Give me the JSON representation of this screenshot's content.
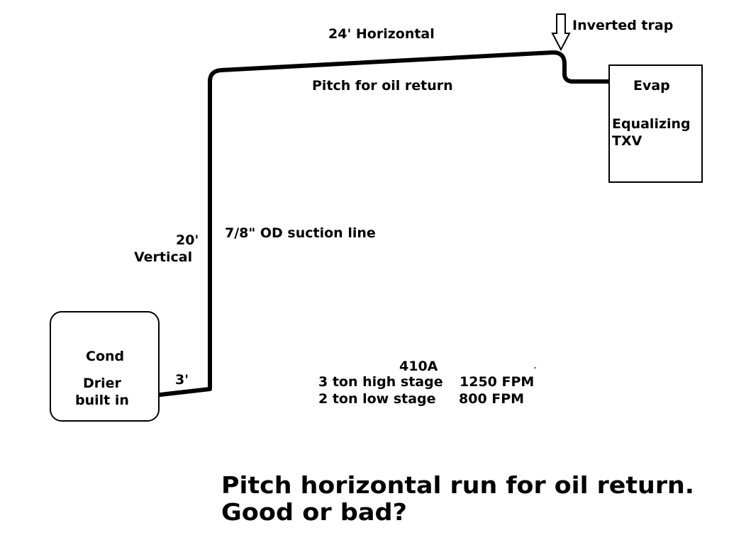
{
  "labels": {
    "horizontal_run": "24' Horizontal",
    "inverted_trap": "Inverted trap",
    "pitch_note": "Pitch for oil return",
    "vertical_length": "20'",
    "vertical_word": "Vertical",
    "suction_line": "7/8\" OD suction line",
    "short_run": "3'"
  },
  "evap": {
    "title": "Evap",
    "line1": "Equalizing",
    "line2": "TXV"
  },
  "cond": {
    "title": "Cond",
    "line1": "Drier",
    "line2": "built in"
  },
  "specs": {
    "refrigerant": "410A",
    "high_stage": "3 ton high stage",
    "high_fpm": "1250 FPM",
    "low_stage": "2 ton low stage",
    "low_fpm": "800 FPM"
  },
  "question": {
    "line1": "Pitch horizontal run for oil return.",
    "line2": "Good or bad?"
  }
}
